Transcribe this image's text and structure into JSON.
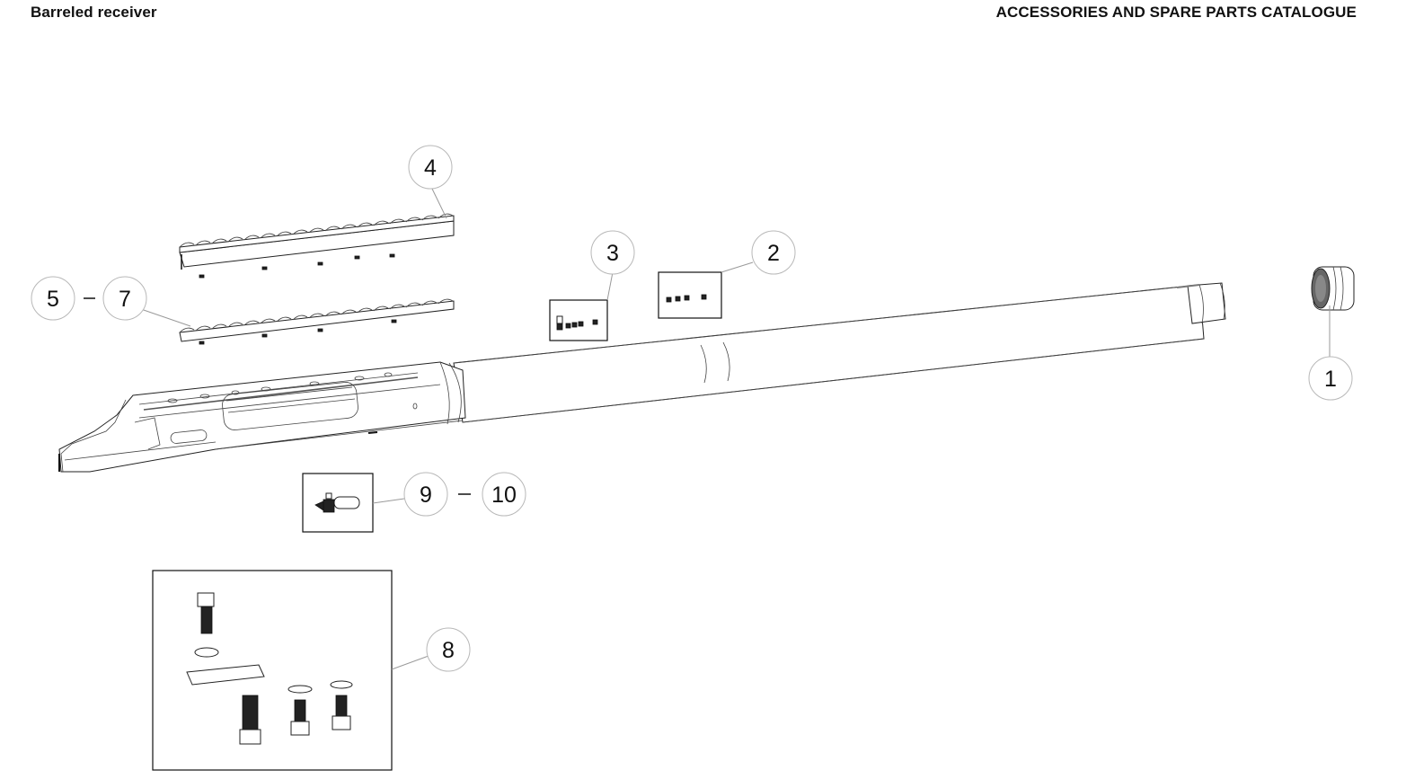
{
  "header": {
    "section_title": "Barreled receiver",
    "catalogue_title": "ACCESSORIES AND SPARE PARTS CATALOGUE"
  },
  "callouts": {
    "c1": "1",
    "c2": "2",
    "c3": "3",
    "c4": "4",
    "c5": "5",
    "c7": "7",
    "c8": "8",
    "c9": "9",
    "c10": "10"
  },
  "callout_ranges": [
    {
      "from": "5",
      "to": "7",
      "part": "lower-rail"
    },
    {
      "from": "9",
      "to": "10",
      "part": "bolt-release-assembly"
    }
  ],
  "parts": [
    {
      "callout": "1",
      "name": "muzzle-thread-protector"
    },
    {
      "callout": "2",
      "name": "set-screws-box"
    },
    {
      "callout": "3",
      "name": "screw-set-box"
    },
    {
      "callout": "4",
      "name": "upper-picatinny-rail"
    },
    {
      "callout": "5-7",
      "name": "lower-picatinny-rail"
    },
    {
      "callout": "8",
      "name": "mounting-hardware-kit"
    },
    {
      "callout": "9-10",
      "name": "bolt-release-assembly"
    }
  ],
  "range_separator": "–"
}
